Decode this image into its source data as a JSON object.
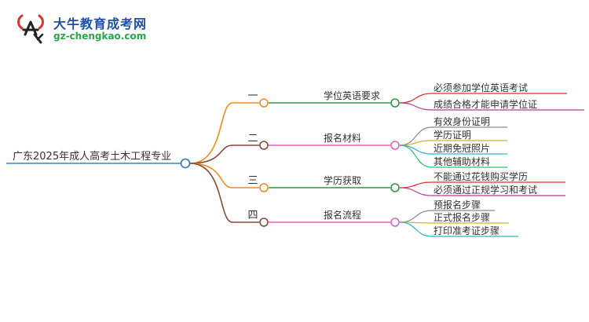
{
  "logo": {
    "name": "大牛教育成考网",
    "url": "gz-chengkao.com"
  },
  "root": {
    "label": "广东2025年成人高考土木工程专业",
    "color": "#3f7fc0"
  },
  "branches": [
    {
      "index": "一",
      "title": "学位英语要求",
      "color": "#f08c1e",
      "nodeColor": "#2a9c3e",
      "leaves": [
        {
          "label": "必须参加学位英语考试",
          "color": "#e02f2f"
        },
        {
          "label": "成绩合格才能申请学位证",
          "color": "#b33a8f"
        }
      ]
    },
    {
      "index": "二",
      "title": "报名材料",
      "color": "#8a4b38",
      "nodeColor": "#e060c0",
      "leaves": [
        {
          "label": "有效身份证明",
          "color": "#8a8a8a"
        },
        {
          "label": "学历证明",
          "color": "#c8b820"
        },
        {
          "label": "近期免冠照片",
          "color": "#2ab0d8"
        },
        {
          "label": "其他辅助材料",
          "color": "#30c070"
        }
      ]
    },
    {
      "index": "三",
      "title": "学历获取",
      "color": "#f08c1e",
      "nodeColor": "#2a9c3e",
      "leaves": [
        {
          "label": "不能通过花钱购买学历",
          "color": "#e02f2f"
        },
        {
          "label": "必须通过正规学习和考试",
          "color": "#b33a8f"
        }
      ]
    },
    {
      "index": "四",
      "title": "报名流程",
      "color": "#8a4b38",
      "nodeColor": "#e060c0",
      "leaves": [
        {
          "label": "预报名步骤",
          "color": "#8a8a8a"
        },
        {
          "label": "正式报名步骤",
          "color": "#c8b820"
        },
        {
          "label": "打印准考证步骤",
          "color": "#2ab0d8"
        }
      ]
    }
  ]
}
